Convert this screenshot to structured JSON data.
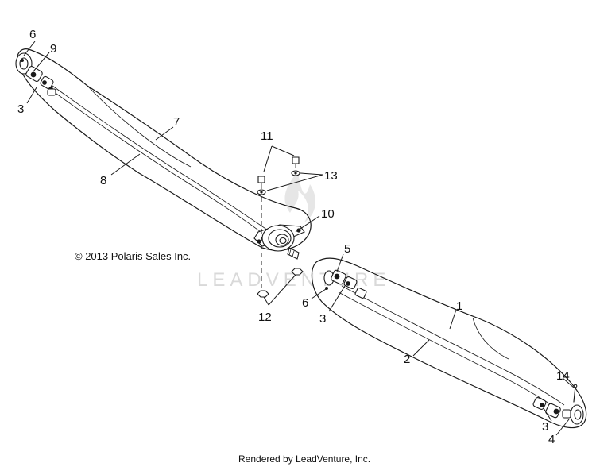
{
  "callouts": [
    "1",
    "2",
    "3",
    "3",
    "3",
    "4",
    "5",
    "6",
    "6",
    "7",
    "8",
    "9",
    "10",
    "11",
    "12",
    "13",
    "14"
  ],
  "copyright": "© 2013 Polaris Sales Inc.",
  "watermark": "LEADVENTURE",
  "footer": "Rendered by LeadVenture, Inc.",
  "colors": {
    "line": "#1a1a1a",
    "watermark": "#d9d9d9",
    "background": "#ffffff"
  }
}
